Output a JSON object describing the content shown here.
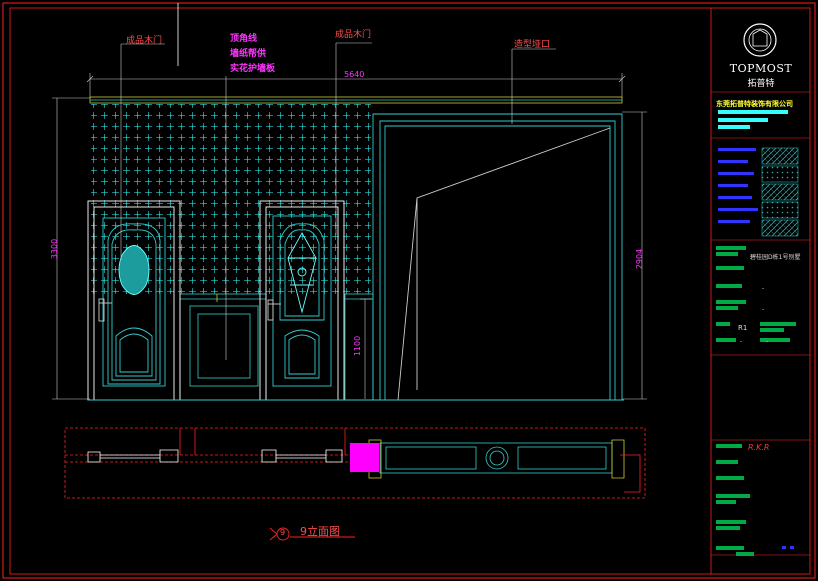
{
  "labels": {
    "finished_door_left": "成品木门",
    "finished_door_right": "成品木门",
    "top_trim": "顶角线",
    "wallpaper": "墙纸帮供",
    "wainscot": "实花护墙板",
    "arch_opening": "造型垭口"
  },
  "dimensions": {
    "total_width": "5640",
    "left_height": "3300",
    "right_height": "2904",
    "wainscot_height": "1100"
  },
  "title_block": {
    "brand_name": "TOPMOST",
    "brand_cn": "拓普特",
    "company": "东莞拓普特装饰有限公司",
    "project_note": "碧桂园D栋1号别墅",
    "row_r": "R1",
    "dash_a": "-",
    "dash_b": "-",
    "dash_c": "-",
    "dash_d": "-",
    "signature": "R.K.R"
  },
  "view_title": {
    "number": "9",
    "text": "9立面图"
  },
  "colors": {
    "frame_red": "#ff2020",
    "line_cyan": "#33cccc",
    "accent_magenta": "#ff33ff",
    "bar_blue": "#3333ff",
    "bar_green": "#00aa44"
  }
}
